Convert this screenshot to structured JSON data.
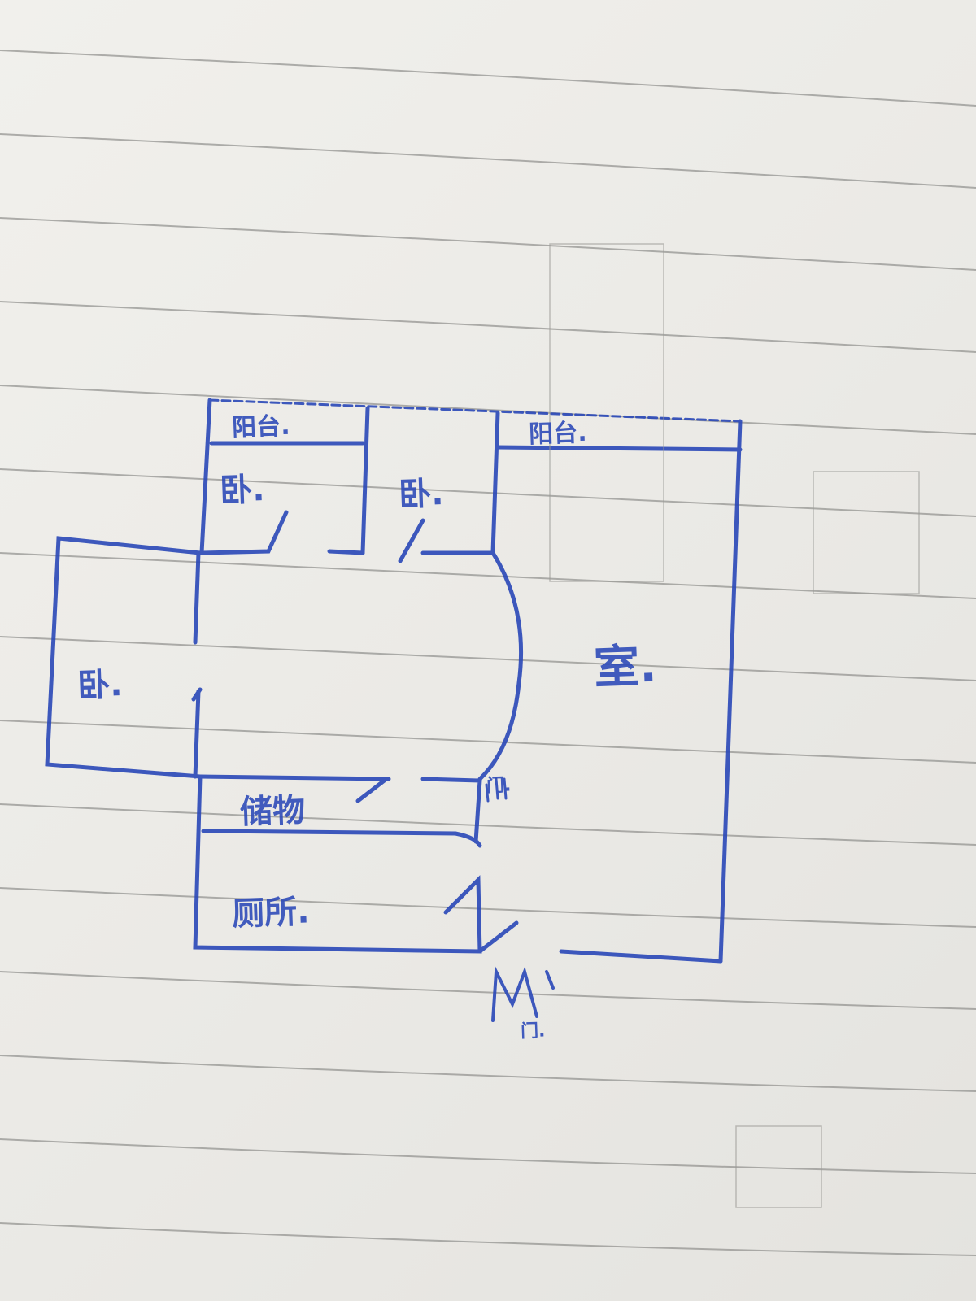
{
  "title": "Hand-drawn apartment floor plan",
  "rooms": {
    "balcony_left": "阳台.",
    "balcony_right": "阳台.",
    "bedroom_top_left": "卧.",
    "bedroom_top_middle": "卧.",
    "bedroom_left": "卧.",
    "living_room": "室.",
    "storage": "储物",
    "toilet": "厕所.",
    "door_inner": "门.",
    "entrance": "门."
  },
  "colors": {
    "ink": "#2a48b8",
    "paper": "#eeede9",
    "ruling": "#8f8f8c"
  }
}
